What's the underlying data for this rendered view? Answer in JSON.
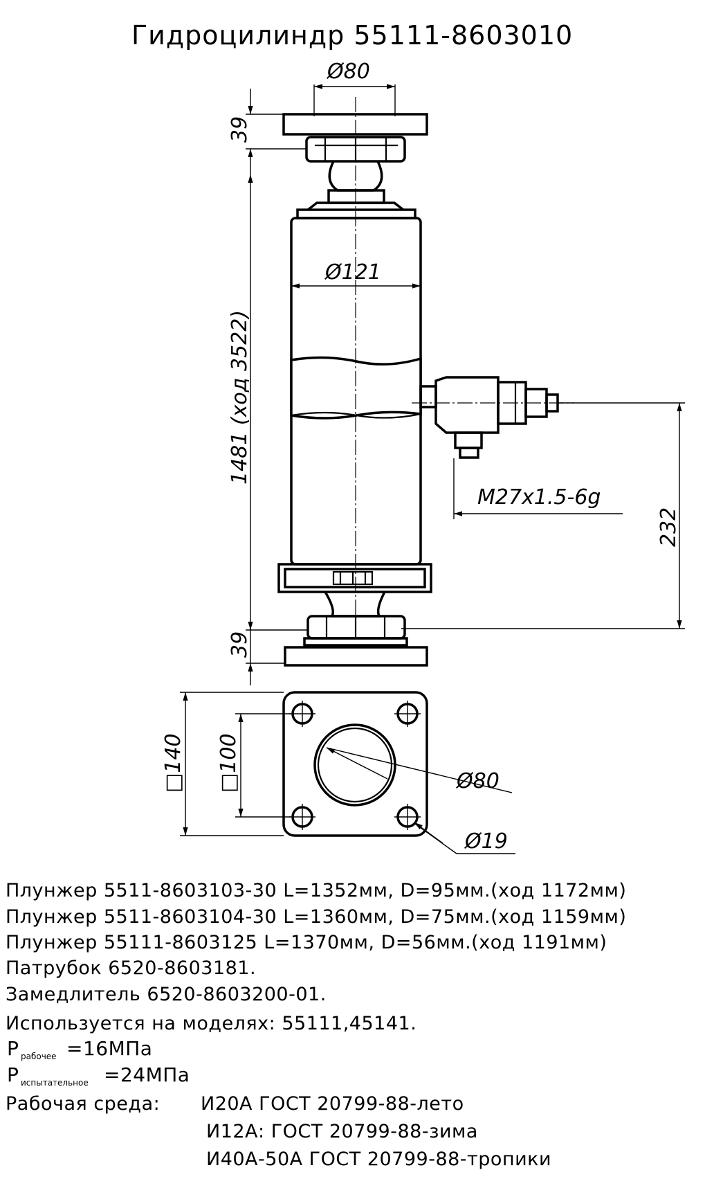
{
  "title": "Гидроцилиндр 55111-8603010",
  "dimensions": {
    "top_flange_diameter": "Ø80",
    "top_flange_height": "39",
    "body_diameter": "Ø121",
    "length_stroke": "1481 (ход 3522)",
    "port_thread": "M27x1.5-6g",
    "port_offset": "232",
    "bottom_flange_height": "39",
    "flange_outer_square": "□140",
    "flange_bolt_square": "□100",
    "flange_bore_diameter": "Ø80",
    "flange_hole_diameter": "Ø19"
  },
  "specs": {
    "line1": "Плунжер 5511-8603103-30 L=1352мм, D=95мм.(ход 1172мм)",
    "line2": "Плунжер 5511-8603104-30 L=1360мм, D=75мм.(ход 1159мм)",
    "line3": "Плунжер 55111-8603125 L=1370мм, D=56мм.(ход 1191мм)",
    "line4": "Патрубок 6520-8603181.",
    "line5": "Замедлитель 6520-8603200-01.",
    "line6": "Используется на моделях: 55111,45141.",
    "p_work_symbol": "P",
    "p_work_sub": "рабочее",
    "p_work_value": "=16МПа",
    "p_test_symbol": "P",
    "p_test_sub": "испытательное",
    "p_test_value": "=24МПа",
    "medium_label": "Рабочая среда:",
    "medium_summer": "И20А ГОСТ 20799-88-лето",
    "medium_winter": "И12А: ГОСТ 20799-88-зима",
    "medium_tropics": "И40А-50А ГОСТ 20799-88-тропики"
  }
}
